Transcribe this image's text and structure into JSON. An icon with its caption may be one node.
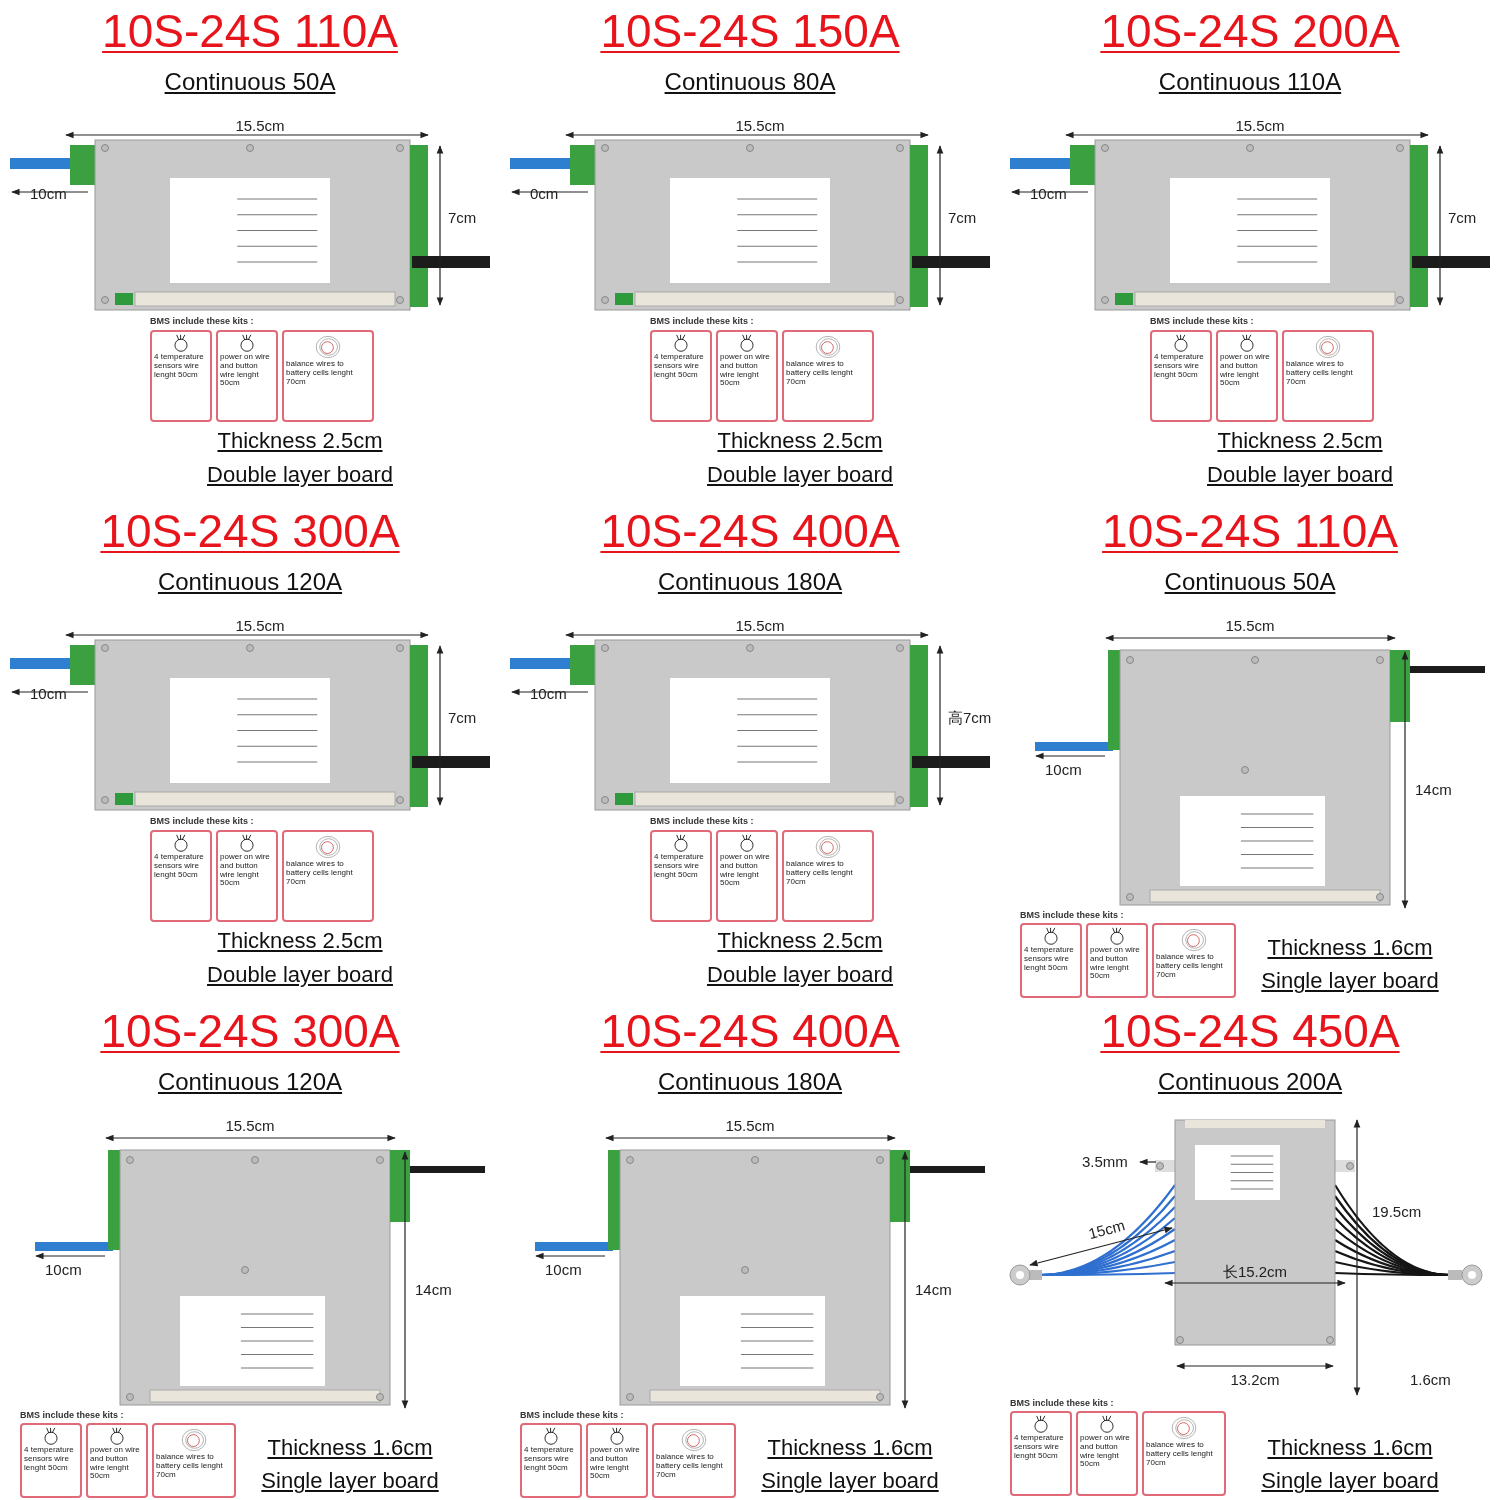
{
  "diagram": {
    "nodes": [
      {
        "text": [
          "4 temperature sensors wire lenght 50cm"
        ]
      },
      {
        "text": [
          "power on wire and button wire lenght 50cm"
        ]
      },
      {
        "text": [
          "balance wires to battery cells lenght 70cm"
        ]
      },
      {
        "text": [
          "4 temperature sensors wire lenght 50cm"
        ]
      },
      {
        "text": [
          "power on wire and button wire lenght 50cm"
        ]
      },
      {
        "text": [
          "balance wires to battery cells lenght 70cm"
        ]
      },
      {
        "text": [
          "4 temperature sensors wire lenght 50cm"
        ]
      },
      {
        "text": [
          "power on wire and button wire lenght 50cm"
        ]
      },
      {
        "text": [
          "balance wires to battery cells lenght 70cm"
        ]
      },
      {
        "text": [
          "4 temperature sensors wire lenght 50cm"
        ]
      },
      {
        "text": [
          "power on wire and button wire lenght 50cm"
        ]
      },
      {
        "text": [
          "balance wires to battery cells lenght 70cm"
        ]
      },
      {
        "text": [
          "4 temperature sensors wire lenght 50cm"
        ]
      },
      {
        "text": [
          "power on wire and button wire lenght 50cm"
        ]
      },
      {
        "text": [
          "balance wires to battery cells lenght 70cm"
        ]
      },
      {
        "text": [
          "4 temperature sensors wire lenght 50cm"
        ]
      },
      {
        "text": [
          "power on wire and button wire lenght 50cm"
        ]
      },
      {
        "text": [
          "balance wires to battery cells lenght 70cm"
        ]
      },
      {
        "text": [
          "4 temperature sensors wire lenght 50cm"
        ]
      },
      {
        "text": [
          "power on wire and button wire lenght 50cm"
        ]
      },
      {
        "text": [
          "balance wires to battery cells lenght 70cm"
        ]
      },
      {
        "text": [
          "4 temperature sensors wire lenght 50cm"
        ]
      },
      {
        "text": [
          "power on wire and button wire lenght 50cm"
        ]
      },
      {
        "text": [
          "balance wires to battery cells lenght 70cm"
        ]
      },
      {
        "text": [
          "4 temperature sensors wire lenght 50cm"
        ]
      },
      {
        "text": [
          "power on wire and button wire lenght 50cm"
        ]
      },
      {
        "text": [
          "balance wires to battery cells lenght 70cm"
        ]
      }
    ],
    "labels": [
      "10S-24S 110A",
      "Continuous 50A",
      "15.5cm",
      "10cm",
      "7cm",
      "BMS include these kits :",
      "Thickness 2.5cm",
      "Double layer board",
      "10S-24S 150A",
      "Continuous 80A",
      "15.5cm",
      "0cm",
      "7cm",
      "BMS include these kits :",
      "Thickness 2.5cm",
      "Double layer board",
      "10S-24S 200A",
      "Continuous 110A",
      "15.5cm",
      "10cm",
      "7cm",
      "BMS include these kits :",
      "Thickness 2.5cm",
      "Double layer board",
      "10S-24S 300A",
      "Continuous 120A",
      "15.5cm",
      "10cm",
      "7cm",
      "BMS include these kits :",
      "Thickness 2.5cm",
      "Double layer board",
      "10S-24S 400A",
      "Continuous 180A",
      "15.5cm",
      "10cm",
      "高7cm",
      "BMS include these kits :",
      "Thickness 2.5cm",
      "Double layer board",
      "10S-24S 110A",
      "Continuous 50A",
      "15.5cm",
      "10cm",
      "14cm",
      "BMS include these kits :",
      "Thickness 1.6cm",
      "Single layer board",
      "10S-24S 300A",
      "Continuous 120A",
      "15.5cm",
      "10cm",
      "14cm",
      "BMS include these kits :",
      "Thickness 1.6cm",
      "Single layer board",
      "10S-24S 400A",
      "Continuous 180A",
      "15.5cm",
      "10cm",
      "14cm",
      "BMS include these kits :",
      "Thickness 1.6cm",
      "Single layer board",
      "10S-24S 450A",
      "Continuous 200A",
      "3.5mm",
      "15cm",
      "长15.2cm",
      "19.5cm",
      "13.2cm",
      "1.6cm",
      "BMS include these kits :",
      "Thickness 1.6cm",
      "Single layer board"
    ]
  }
}
